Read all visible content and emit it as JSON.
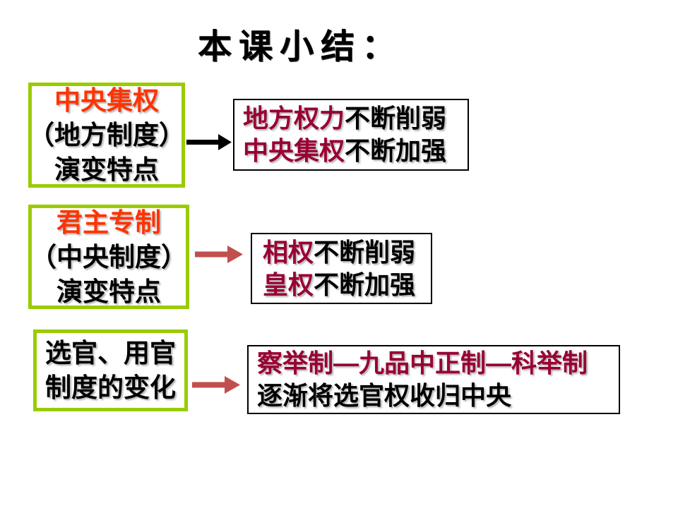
{
  "title": "本课小结：",
  "colors": {
    "box_border_green": "#99CC00",
    "accent_orange": "#FF3300",
    "dark_red": "#990033",
    "arrow_black": "#000000",
    "arrow_brick": "#C0504D"
  },
  "rows": [
    {
      "source": {
        "line1": "中央集权",
        "line2": "（地方制度）",
        "line3": "演变特点"
      },
      "arrow_color": "#000000",
      "result": {
        "line1_em": "地方权力",
        "line1_rest": "不断削弱",
        "line2_em": "中央集权",
        "line2_rest": "不断加强"
      }
    },
    {
      "source": {
        "line1": "君主专制",
        "line2": "（中央制度）",
        "line3": "演变特点"
      },
      "arrow_color": "#C0504D",
      "result": {
        "line1_em": "相权",
        "line1_rest": "不断削弱",
        "line2_em": "皇权",
        "line2_rest": "不断加强"
      }
    },
    {
      "source": {
        "line1": "选官、用官",
        "line2": "制度的变化"
      },
      "arrow_color": "#C0504D",
      "result": {
        "line1_em": "察举制—九品中正制—科举制",
        "line1_rest": "",
        "line2_em": "",
        "line2_rest": "逐渐将选官权收归中央"
      }
    }
  ]
}
